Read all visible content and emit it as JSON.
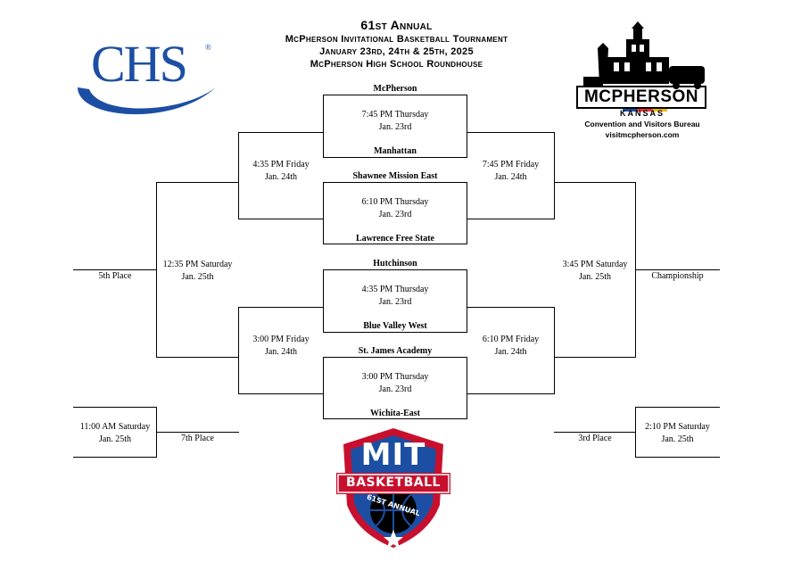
{
  "header": {
    "title": "61st Annual",
    "subtitle": "McPherson Invitational Basketball Tournament",
    "dates": "January 23rd, 24th & 25th, 2025",
    "venue": "McPherson High School Roundhouse"
  },
  "logos": {
    "chs": {
      "text": "CHS",
      "reg": "®",
      "color": "#1c4fa3"
    },
    "mcpherson": {
      "name": "McPherson",
      "state": "KANSAS",
      "bureau": "Convention and Visitors Bureau",
      "url": "visitmcpherson.com"
    },
    "mit": {
      "line1": "MIT",
      "line2": "BASKETBALL",
      "line3": "61ST ANNUAL",
      "red": "#c8102e",
      "blue": "#1c4fa3"
    }
  },
  "teams": {
    "t1": "McPherson",
    "t2": "Manhattan",
    "t3": "Shawnee Mission East",
    "t4": "Lawrence Free State",
    "t5": "Hutchinson",
    "t6": "Blue Valley West",
    "t7": "St. James Academy",
    "t8": "Wichita-East"
  },
  "games": {
    "qf1": {
      "time": "7:45 PM Thursday",
      "date": "Jan. 23rd"
    },
    "qf2": {
      "time": "6:10 PM Thursday",
      "date": "Jan. 23rd"
    },
    "qf3": {
      "time": "4:35 PM Thursday",
      "date": "Jan. 23rd"
    },
    "qf4": {
      "time": "3:00 PM Thursday",
      "date": "Jan. 23rd"
    },
    "csf1": {
      "time": "4:35 PM Friday",
      "date": "Jan. 24th"
    },
    "csf2": {
      "time": "3:00 PM Friday",
      "date": "Jan. 24th"
    },
    "sf1": {
      "time": "7:45 PM Friday",
      "date": "Jan. 24th"
    },
    "sf2": {
      "time": "6:10 PM Friday",
      "date": "Jan. 24th"
    },
    "fifth": {
      "time": "12:35 PM Saturday",
      "date": "Jan. 25th"
    },
    "seventh": {
      "time": "11:00 AM Saturday",
      "date": "Jan. 25th"
    },
    "final": {
      "time": "3:45 PM Saturday",
      "date": "Jan. 25th"
    },
    "third": {
      "time": "2:10 PM Saturday",
      "date": "Jan. 25th"
    }
  },
  "places": {
    "fifth": "5th Place",
    "seventh": "7th Place",
    "championship": "Championship",
    "third": "3rd Place"
  }
}
